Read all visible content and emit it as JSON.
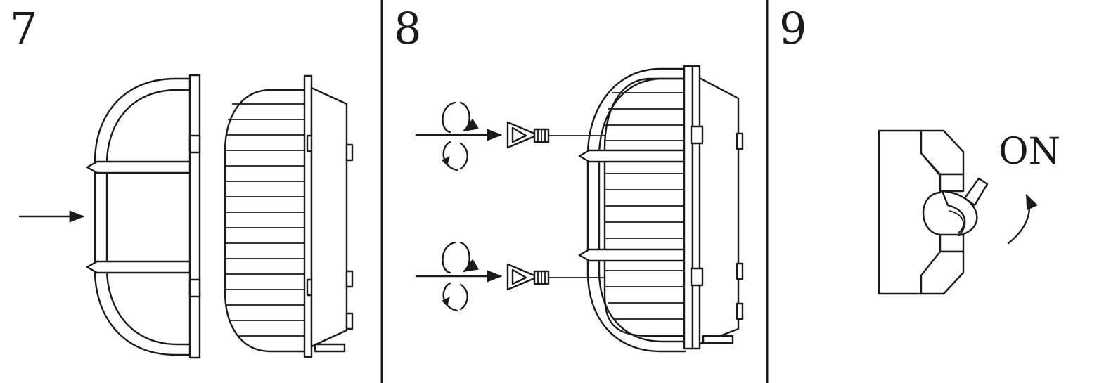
{
  "panels": [
    {
      "step": "7"
    },
    {
      "step": "8"
    },
    {
      "step": "9",
      "switch_label": "ON"
    }
  ],
  "colors": {
    "line": "#1a1a1a",
    "background": "#ffffff"
  },
  "icons": [
    "arrow-right-icon",
    "rotate-cw-icon",
    "wing-screw-icon",
    "lamp-cage-icon",
    "lamp-body-icon",
    "switch-icon"
  ]
}
